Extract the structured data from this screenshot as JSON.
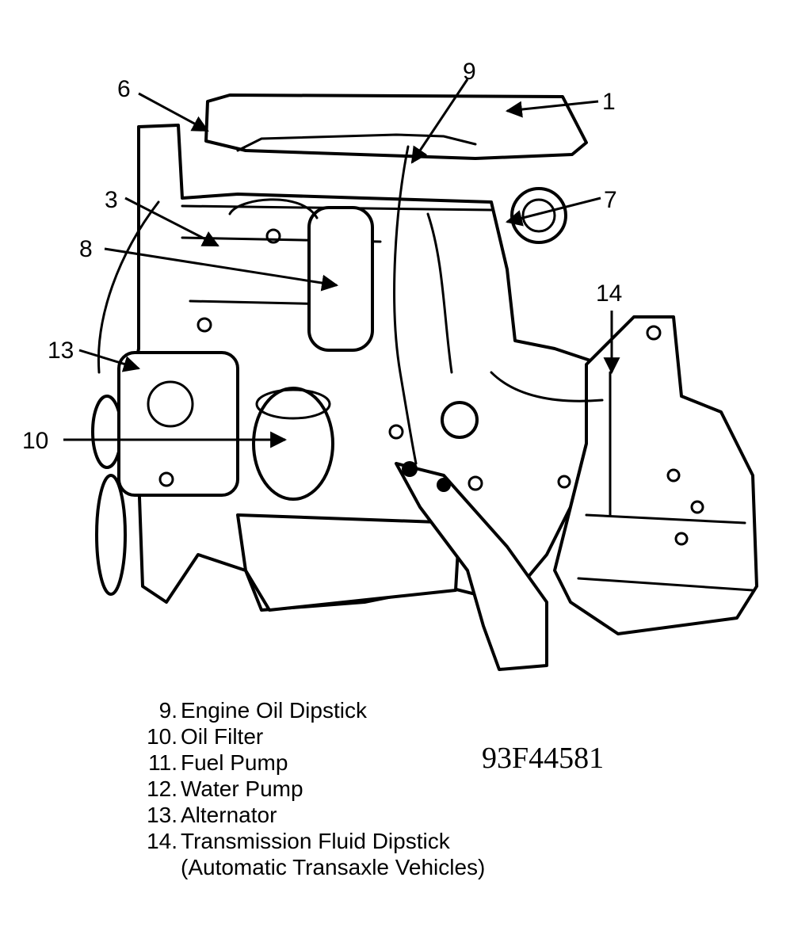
{
  "callouts": [
    {
      "id": "1",
      "label": "1"
    },
    {
      "id": "3",
      "label": "3"
    },
    {
      "id": "6",
      "label": "6"
    },
    {
      "id": "7",
      "label": "7"
    },
    {
      "id": "8",
      "label": "8"
    },
    {
      "id": "9",
      "label": "9"
    },
    {
      "id": "10",
      "label": "10"
    },
    {
      "id": "13",
      "label": "13"
    },
    {
      "id": "14",
      "label": "14"
    }
  ],
  "legend": [
    {
      "num": "9.",
      "text": "Engine Oil Dipstick"
    },
    {
      "num": "10.",
      "text": "Oil Filter"
    },
    {
      "num": "11.",
      "text": "Fuel Pump"
    },
    {
      "num": "12.",
      "text": "Water Pump"
    },
    {
      "num": "13.",
      "text": "Alternator"
    },
    {
      "num": "14.",
      "text": "Transmission Fluid Dipstick"
    }
  ],
  "legend_continuation": "(Automatic Transaxle Vehicles)",
  "figure_id": "93F44581"
}
